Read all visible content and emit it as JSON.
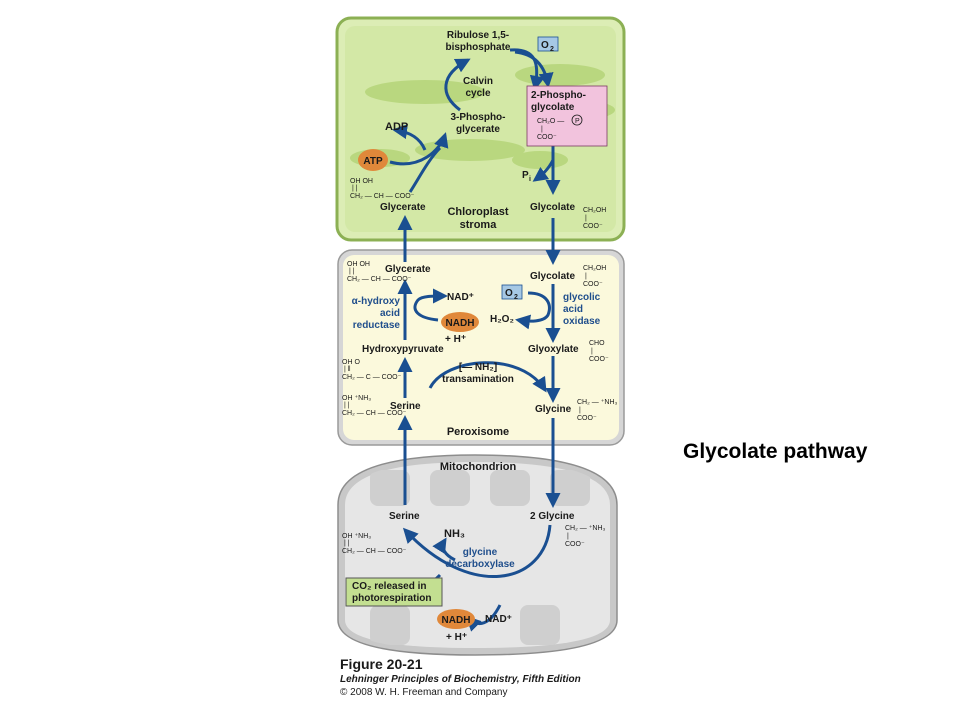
{
  "side_title": "Glycolate pathway",
  "compartments": {
    "chloroplast": [
      "Chloroplast",
      "stroma"
    ],
    "peroxisome": "Peroxisome",
    "mitochondrion": "Mitochondrion"
  },
  "chloroplast": {
    "rubp": [
      "Ribulose 1,5-",
      "bisphosphate"
    ],
    "o2": [
      "O",
      "2"
    ],
    "calvin": [
      "Calvin",
      "cycle"
    ],
    "pg3": [
      "3-Phospho-",
      "glycerate"
    ],
    "adp": "ADP",
    "atp": "ATP",
    "glycerate": "Glycerate",
    "phosphoglycolate": [
      "2-Phospho-",
      "glycolate"
    ],
    "pi": [
      "P",
      "i"
    ],
    "glycolate": "Glycolate",
    "phosphoglycolate_struct": [
      "CH₂O —",
      "P",
      "|",
      "COO⁻"
    ],
    "glycolate_struct": [
      "CH₂OH",
      "|",
      "COO⁻"
    ],
    "glycerate_struct": [
      "OH   OH",
      "|     |",
      "CH₂ — CH — COO⁻"
    ]
  },
  "peroxisome": {
    "glycerate": "Glycerate",
    "glycerate_struct": [
      "OH   OH",
      "|     |",
      "CH₂ — CH — COO⁻"
    ],
    "enzyme_left": [
      "α-hydroxy",
      "acid",
      "reductase"
    ],
    "nad": "NAD⁺",
    "nadh": "NADH",
    "h": "+ H⁺",
    "hydroxypyruvate": "Hydroxypyruvate",
    "hydroxypyruvate_struct": [
      "OH    O",
      "|     ‖",
      "CH₂ — C — COO⁻"
    ],
    "transamination": [
      "[— NH₂]",
      "transamination"
    ],
    "serine": "Serine",
    "serine_struct": [
      "OH    ⁺NH₃",
      "|     |",
      "CH₂ — CH — COO⁻"
    ],
    "glycolate": "Glycolate",
    "glycolate_struct": [
      "CH₂OH",
      "|",
      "COO⁻"
    ],
    "o2": [
      "O",
      "2"
    ],
    "h2o2": "H₂O₂",
    "enzyme_right": [
      "glycolic",
      "acid",
      "oxidase"
    ],
    "glyoxylate": "Glyoxylate",
    "glyoxylate_struct": [
      "CHO",
      "|",
      "COO⁻"
    ],
    "glycine": "Glycine",
    "glycine_struct": [
      "CH₂ — ⁺NH₃",
      "|",
      "COO⁻"
    ]
  },
  "mitochondrion": {
    "serine": "Serine",
    "serine_struct": [
      "OH   ⁺NH₃",
      "|     |",
      "CH₂ — CH — COO⁻"
    ],
    "nh3": "NH₃",
    "enzyme": [
      "glycine",
      "decarboxylase"
    ],
    "glycine2": "2 Glycine",
    "glycine_struct": [
      "CH₂ — ⁺NH₃",
      "|",
      "COO⁻"
    ],
    "co2_box": [
      "CO₂ released in",
      "photorespiration"
    ],
    "nadh": "NADH",
    "nad": "NAD⁺",
    "h": "+ H⁺"
  },
  "caption": {
    "figure": "Figure 20-21",
    "book": "Lehninger Principles of Biochemistry, Fifth Edition",
    "copyright": "© 2008 W. H. Freeman and Company"
  },
  "colors": {
    "arrow": "#1a4f91",
    "chloroplast_fill": "#d3e8a6",
    "chloroplast_inner": "#b9d77f",
    "peroxisome_fill": "#fbf9dc",
    "mito_fill": "#d4d4d4",
    "orange": "#e0883a",
    "pink": "#f2c3dd",
    "o2_box": "#a6c8e4",
    "co2_box": "#c3df91"
  }
}
